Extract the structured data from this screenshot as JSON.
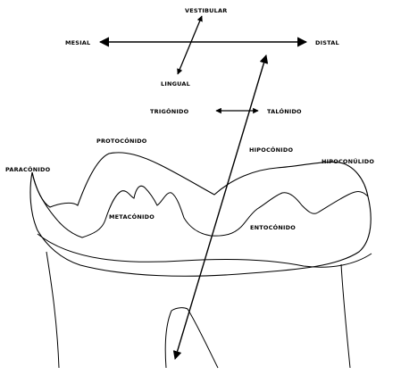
{
  "labels": {
    "vestibular": "VESTIBULAR",
    "mesial": "MESIAL",
    "distal": "DISTAL",
    "lingual": "LINGUAL",
    "trigonido": "TRIGÓNIDO",
    "talonido": "TALÓNIDO",
    "protoconido": "PROTOCÓNIDO",
    "paraconido": "PARACÓNIDO",
    "metaconido": "METACÓNIDO",
    "hipoconido": "HIPOCÓNIDO",
    "hipoconulido": "HIPOCONÚLIDO",
    "entoconido": "ENTOCÓNIDO"
  },
  "colors": {
    "ink": "#000000",
    "background": "#ffffff"
  }
}
